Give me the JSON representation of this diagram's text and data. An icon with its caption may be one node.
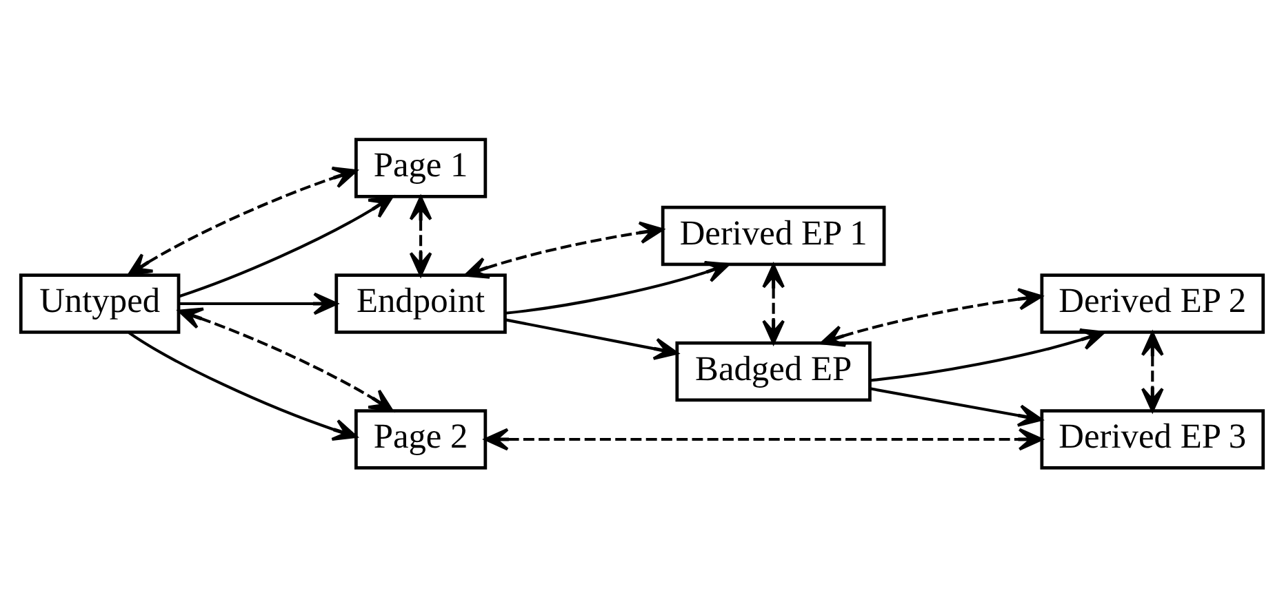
{
  "diagram": {
    "nodes": [
      {
        "text": [
          "Untyped"
        ]
      },
      {
        "text": [
          "Page 1"
        ]
      },
      {
        "text": [
          "Endpoint"
        ]
      },
      {
        "text": [
          "Page 2"
        ]
      },
      {
        "text": [
          "Derived EP 1"
        ]
      },
      {
        "text": [
          "Badged EP"
        ]
      },
      {
        "text": [
          "Derived EP 2"
        ]
      },
      {
        "text": [
          "Derived EP 3"
        ]
      }
    ],
    "edges": [
      {
        "from": 0,
        "to": 1,
        "arrow": "to"
      },
      {
        "from": 0,
        "to": 2,
        "arrow": "to"
      },
      {
        "from": 0,
        "to": 3,
        "arrow": "to"
      },
      {
        "from": 2,
        "to": 4,
        "arrow": "to"
      },
      {
        "from": 2,
        "to": 5,
        "arrow": "to"
      },
      {
        "from": 5,
        "to": 6,
        "arrow": "to"
      },
      {
        "from": 5,
        "to": 7,
        "arrow": "to"
      },
      {
        "from": 0,
        "to": 1,
        "arrow": "both",
        "style": "dashed"
      },
      {
        "from": 1,
        "to": 2,
        "arrow": "both",
        "style": "dashed"
      },
      {
        "from": 0,
        "to": 3,
        "arrow": "both",
        "style": "dashed"
      },
      {
        "from": 2,
        "to": 4,
        "arrow": "both",
        "style": "dashed"
      },
      {
        "from": 4,
        "to": 5,
        "arrow": "both",
        "style": "dashed"
      },
      {
        "from": 5,
        "to": 6,
        "arrow": "both",
        "style": "dashed"
      },
      {
        "from": 6,
        "to": 7,
        "arrow": "both",
        "style": "dashed"
      },
      {
        "from": 3,
        "to": 7,
        "arrow": "both",
        "style": "dashed"
      }
    ]
  }
}
